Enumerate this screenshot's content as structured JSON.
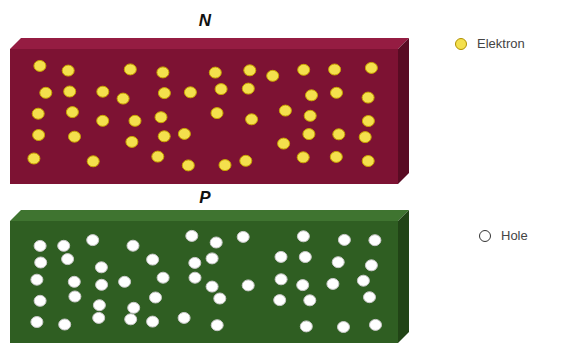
{
  "diagram": {
    "nodes": [
      {
        "text": [
          "N"
        ]
      },
      {
        "text": [
          "P"
        ]
      }
    ],
    "legend": [
      {
        "text": "Elektron",
        "color": "#f4e04d"
      },
      {
        "text": "Hole",
        "color": "#ffffff"
      }
    ]
  }
}
